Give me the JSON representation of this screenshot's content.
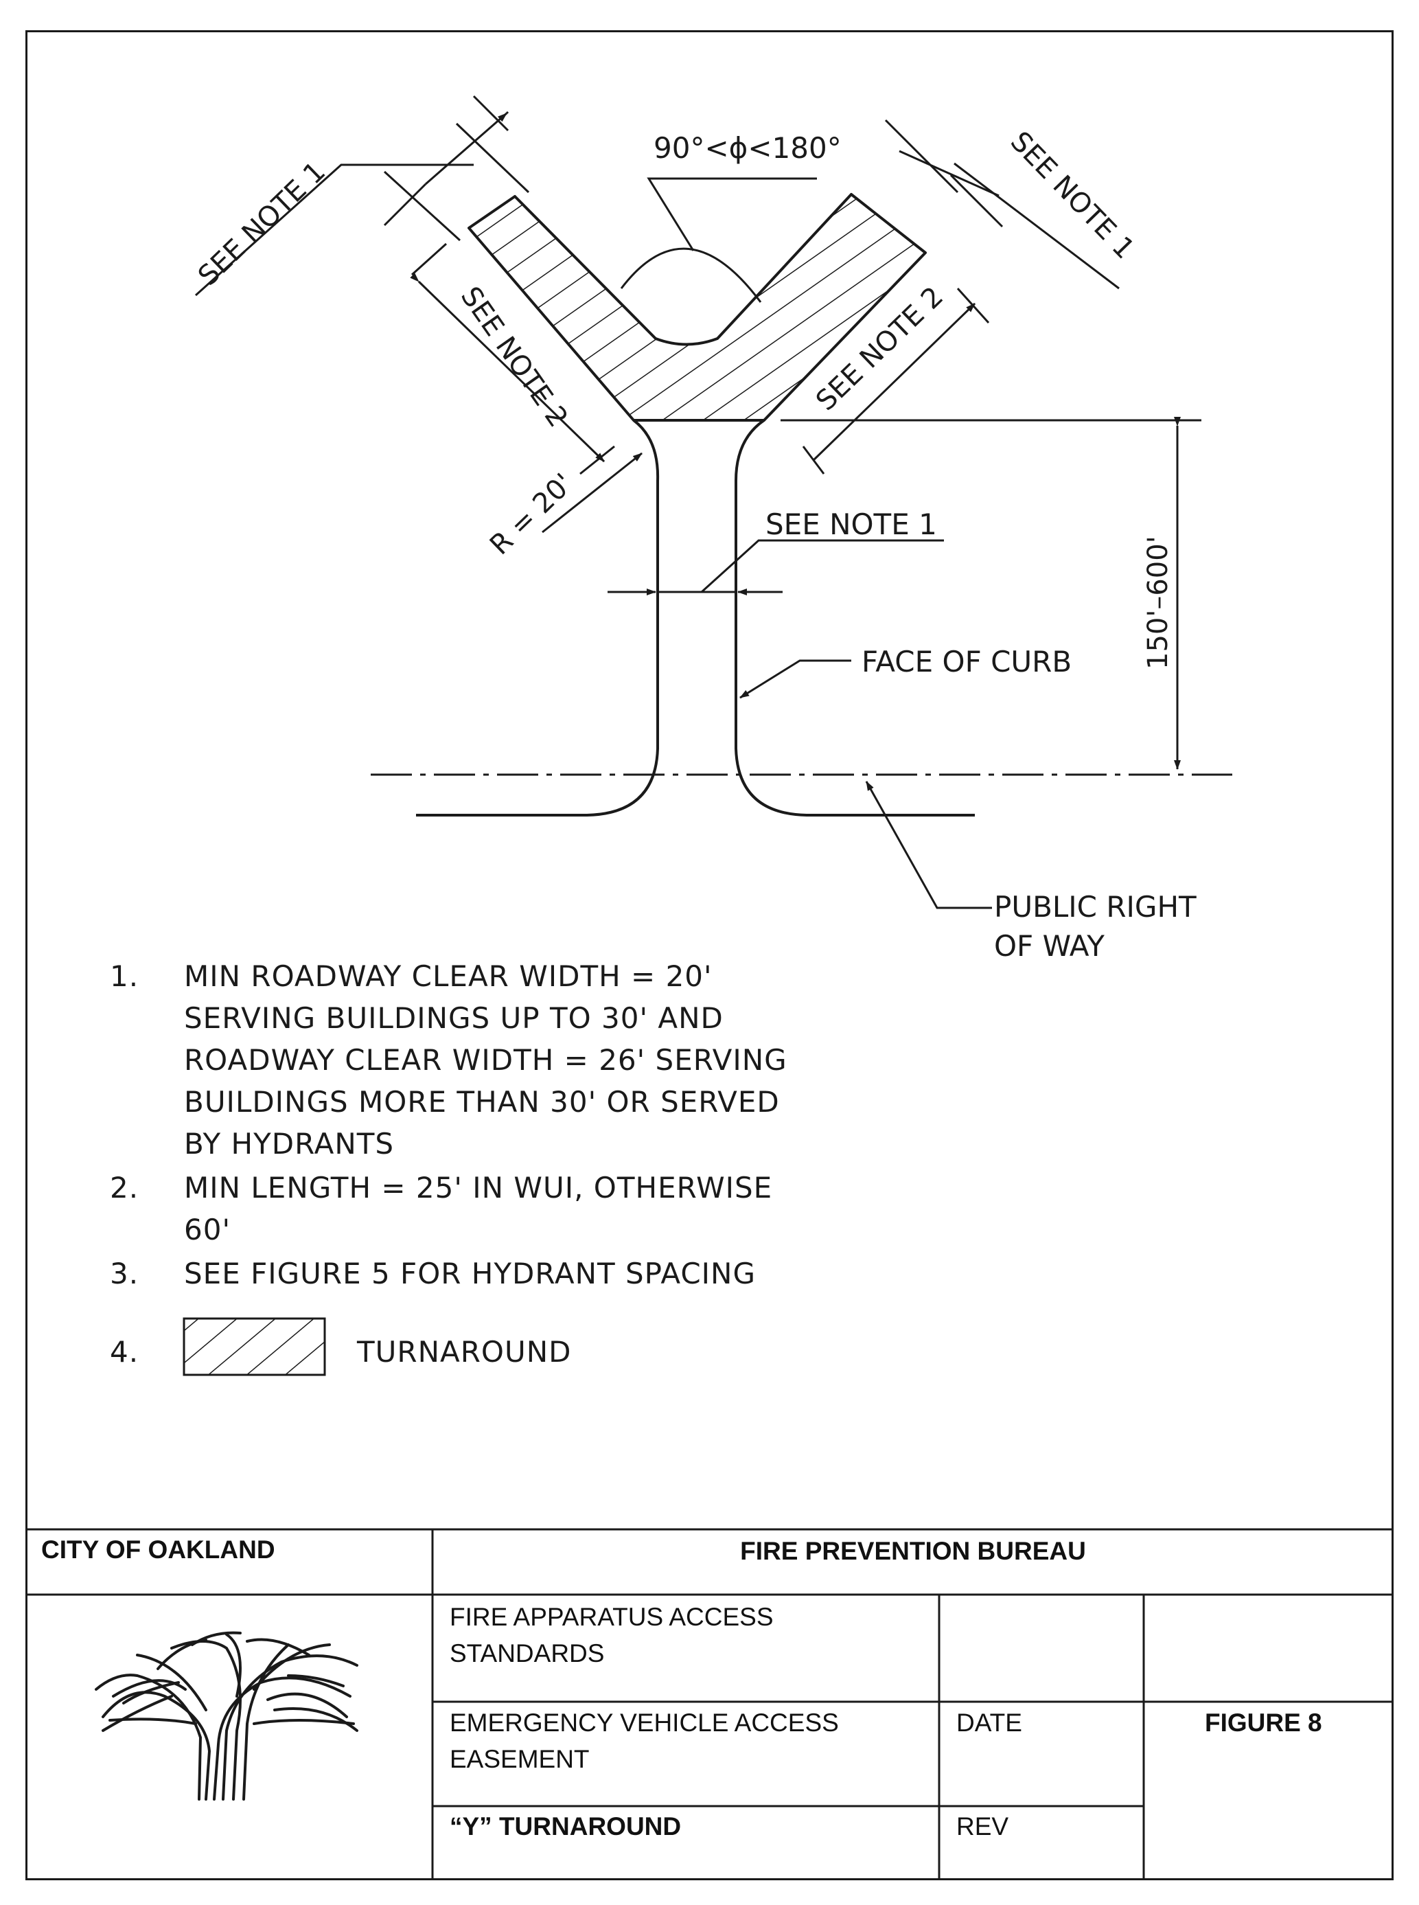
{
  "diagram": {
    "angle_label": "90°<ϕ<180°",
    "see_note_1_upper_left": "SEE NOTE 1",
    "see_note_1_upper_right": "SEE NOTE 1",
    "see_note_2_left": "SEE NOTE 2",
    "see_note_2_right": "SEE NOTE 2",
    "radius_label": "R = 20'",
    "see_note_1_center": "SEE NOTE 1",
    "face_of_curb": "FACE OF CURB",
    "length_dim": "150'–600'",
    "public_right_line1": "PUBLIC RIGHT",
    "public_right_line2": "OF WAY"
  },
  "notes": [
    {
      "num": "1.",
      "lines": [
        "MIN ROADWAY CLEAR WIDTH = 20'",
        "SERVING BUILDINGS UP TO 30' AND",
        "ROADWAY CLEAR WIDTH = 26' SERVING",
        "BUILDINGS MORE THAN 30' OR SERVED",
        "BY HYDRANTS"
      ]
    },
    {
      "num": "2.",
      "lines": [
        "MIN LENGTH = 25' IN WUI, OTHERWISE",
        "60'"
      ]
    },
    {
      "num": "3.",
      "lines": [
        "SEE FIGURE 5 FOR HYDRANT SPACING"
      ]
    },
    {
      "num": "4.",
      "lines": [
        "TURNAROUND"
      ]
    }
  ],
  "title_block": {
    "org": "CITY OF OAKLAND",
    "bureau": "FIRE PREVENTION BUREAU",
    "doc_line1": "FIRE APPARATUS ACCESS",
    "doc_line2": "STANDARDS",
    "sub_line1": "EMERGENCY VEHICLE ACCESS",
    "sub_line2": "EASEMENT",
    "title": "“Y” TURNAROUND",
    "date_label": "DATE",
    "rev_label": "REV",
    "figure": "FIGURE 8"
  }
}
